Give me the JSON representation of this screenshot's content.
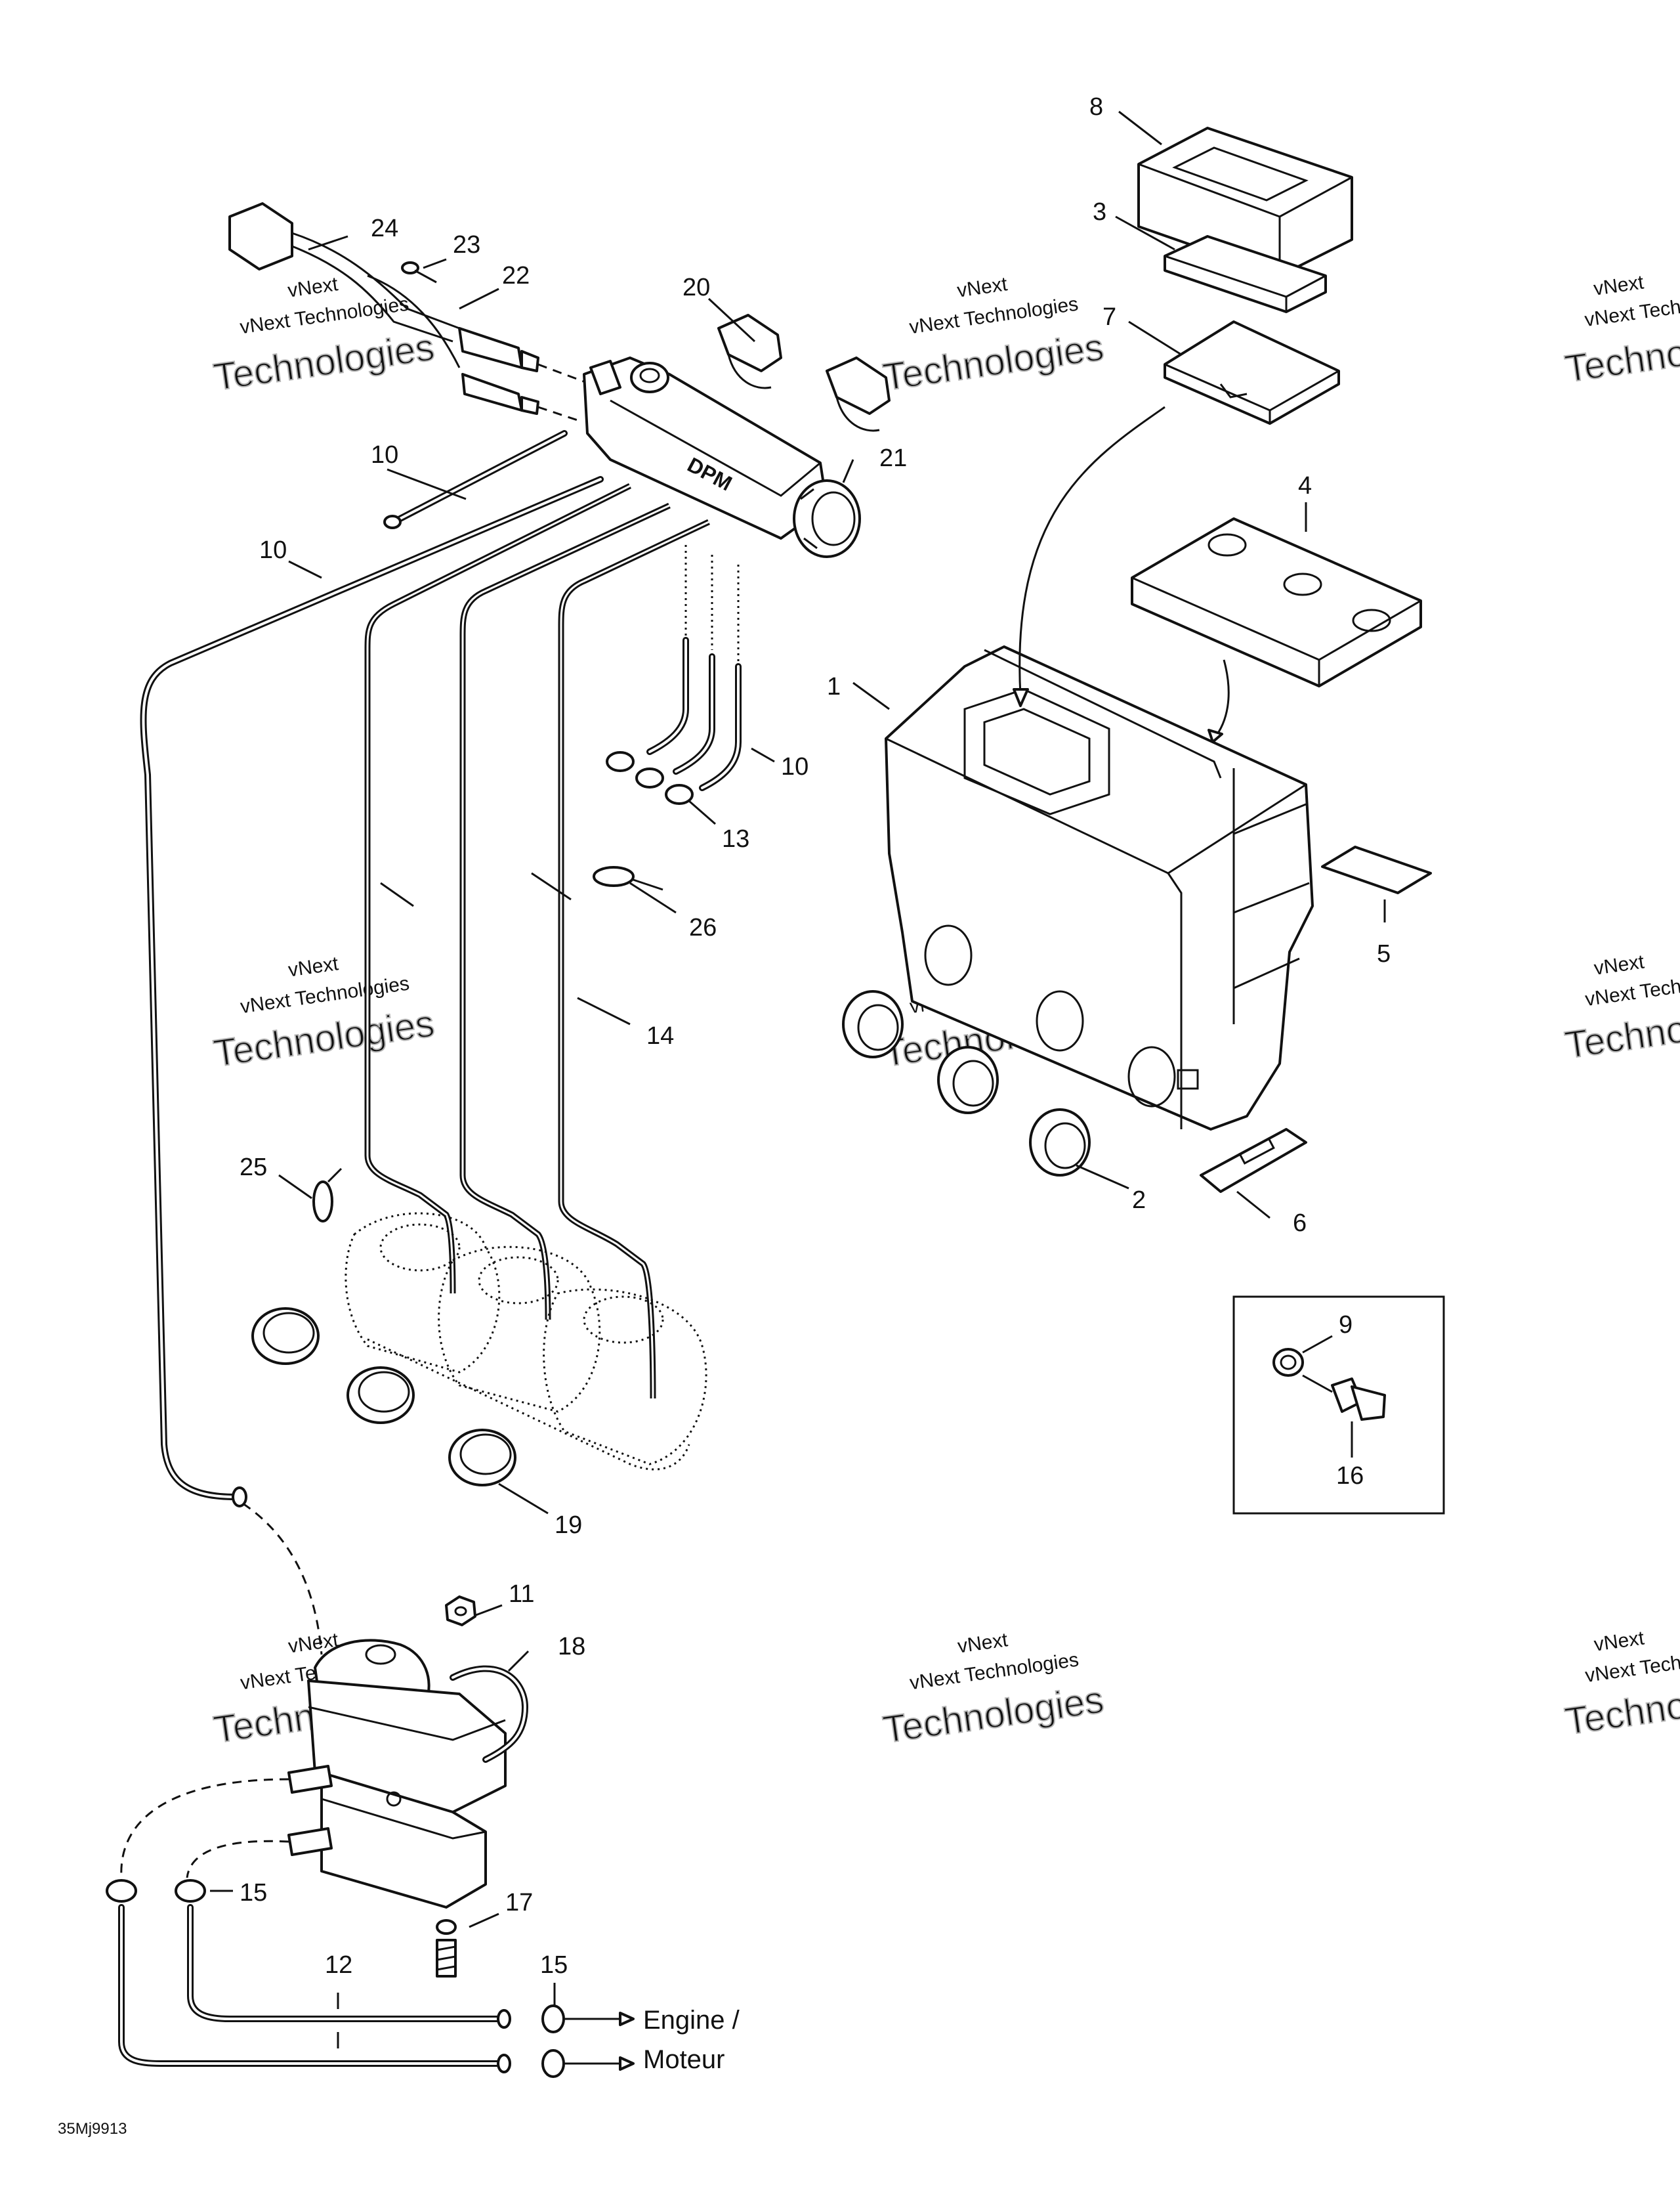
{
  "callouts": {
    "c1": "1",
    "c2": "2",
    "c3": "3",
    "c4": "4",
    "c5": "5",
    "c6": "6",
    "c7": "7",
    "c8": "8",
    "c9": "9",
    "c10a": "10",
    "c10b": "10",
    "c10c": "10",
    "c11": "11",
    "c12": "12",
    "c13": "13",
    "c14": "14",
    "c15a": "15",
    "c15b": "15",
    "c16": "16",
    "c17": "17",
    "c18": "18",
    "c19": "19",
    "c20": "20",
    "c21": "21",
    "c22": "22",
    "c23": "23",
    "c24": "24",
    "c25": "25",
    "c26": "26"
  },
  "rail_logo": "DPM",
  "destination": {
    "line1": "Engine /",
    "line2": "Moteur"
  },
  "drawing_code": "35Mj9913",
  "watermark": {
    "line1": "vNext",
    "line2": "vNext Technologies",
    "line3": "Technologies"
  }
}
